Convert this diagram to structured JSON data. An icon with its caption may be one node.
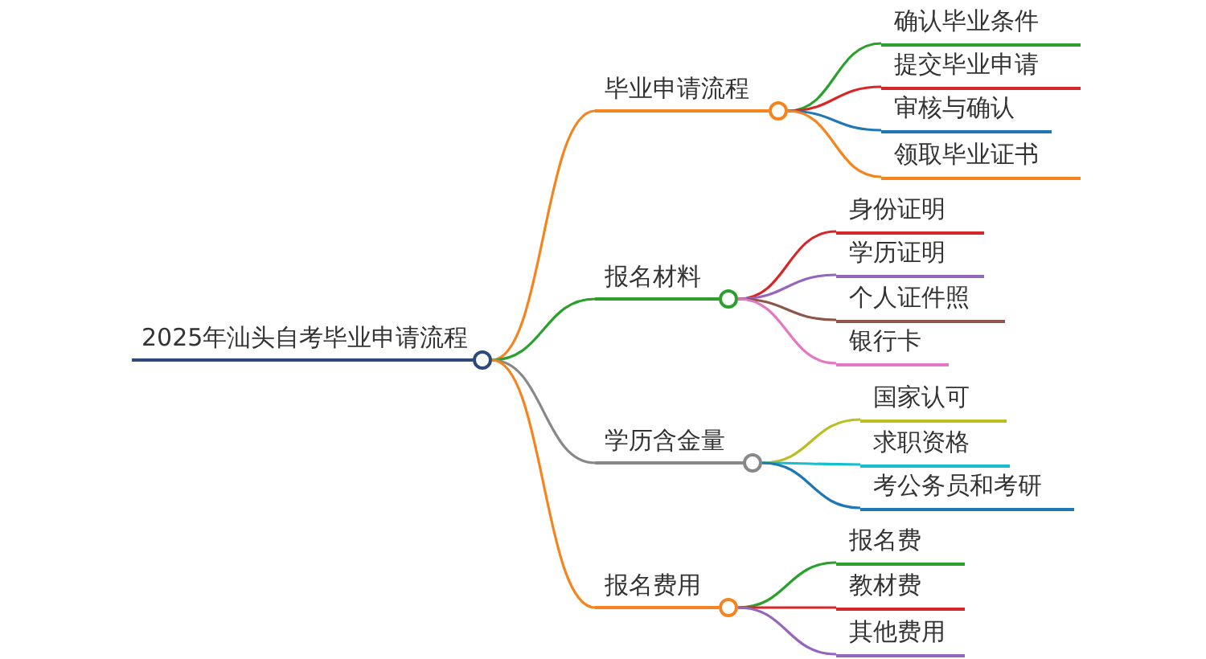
{
  "diagram": {
    "nodes": [
      {
        "text": [
          "2025年汕头自考毕业申请流程"
        ]
      },
      {
        "text": [
          "毕业申请流程"
        ]
      },
      {
        "text": [
          "确认毕业条件"
        ]
      },
      {
        "text": [
          "提交毕业申请"
        ]
      },
      {
        "text": [
          "审核与确认"
        ]
      },
      {
        "text": [
          "领取毕业证书"
        ]
      },
      {
        "text": [
          "报名材料"
        ]
      },
      {
        "text": [
          "身份证明"
        ]
      },
      {
        "text": [
          "学历证明"
        ]
      },
      {
        "text": [
          "个人证件照"
        ]
      },
      {
        "text": [
          "银行卡"
        ]
      },
      {
        "text": [
          "学历含金量"
        ]
      },
      {
        "text": [
          "国家认可"
        ]
      },
      {
        "text": [
          "求职资格"
        ]
      },
      {
        "text": [
          "考公务员和考研"
        ]
      },
      {
        "text": [
          "报名费用"
        ]
      },
      {
        "text": [
          "报名费"
        ]
      },
      {
        "text": [
          "教材费"
        ]
      },
      {
        "text": [
          "其他费用"
        ]
      }
    ],
    "edges": [
      {
        "from": 0,
        "to": 1,
        "arrow": "none",
        "color": "#f5841f"
      },
      {
        "from": 1,
        "to": 2,
        "arrow": "none",
        "color": "#2ca02c"
      },
      {
        "from": 1,
        "to": 3,
        "arrow": "none",
        "color": "#d62728"
      },
      {
        "from": 1,
        "to": 4,
        "arrow": "none",
        "color": "#1f77b4"
      },
      {
        "from": 1,
        "to": 5,
        "arrow": "none",
        "color": "#f5841f"
      },
      {
        "from": 0,
        "to": 6,
        "arrow": "none",
        "color": "#2ca02c"
      },
      {
        "from": 6,
        "to": 7,
        "arrow": "none",
        "color": "#d62728"
      },
      {
        "from": 6,
        "to": 8,
        "arrow": "none",
        "color": "#9467bd"
      },
      {
        "from": 6,
        "to": 9,
        "arrow": "none",
        "color": "#8c564b"
      },
      {
        "from": 6,
        "to": 10,
        "arrow": "none",
        "color": "#e377c2"
      },
      {
        "from": 0,
        "to": 11,
        "arrow": "none",
        "color": "#888888"
      },
      {
        "from": 11,
        "to": 12,
        "arrow": "none",
        "color": "#bcbd22"
      },
      {
        "from": 11,
        "to": 13,
        "arrow": "none",
        "color": "#17becf"
      },
      {
        "from": 11,
        "to": 14,
        "arrow": "none",
        "color": "#1f77b4"
      },
      {
        "from": 0,
        "to": 15,
        "arrow": "none",
        "color": "#f5841f"
      },
      {
        "from": 15,
        "to": 16,
        "arrow": "none",
        "color": "#2ca02c"
      },
      {
        "from": 15,
        "to": 17,
        "arrow": "none",
        "color": "#d62728"
      },
      {
        "from": 15,
        "to": 18,
        "arrow": "none",
        "color": "#9467bd"
      }
    ]
  }
}
